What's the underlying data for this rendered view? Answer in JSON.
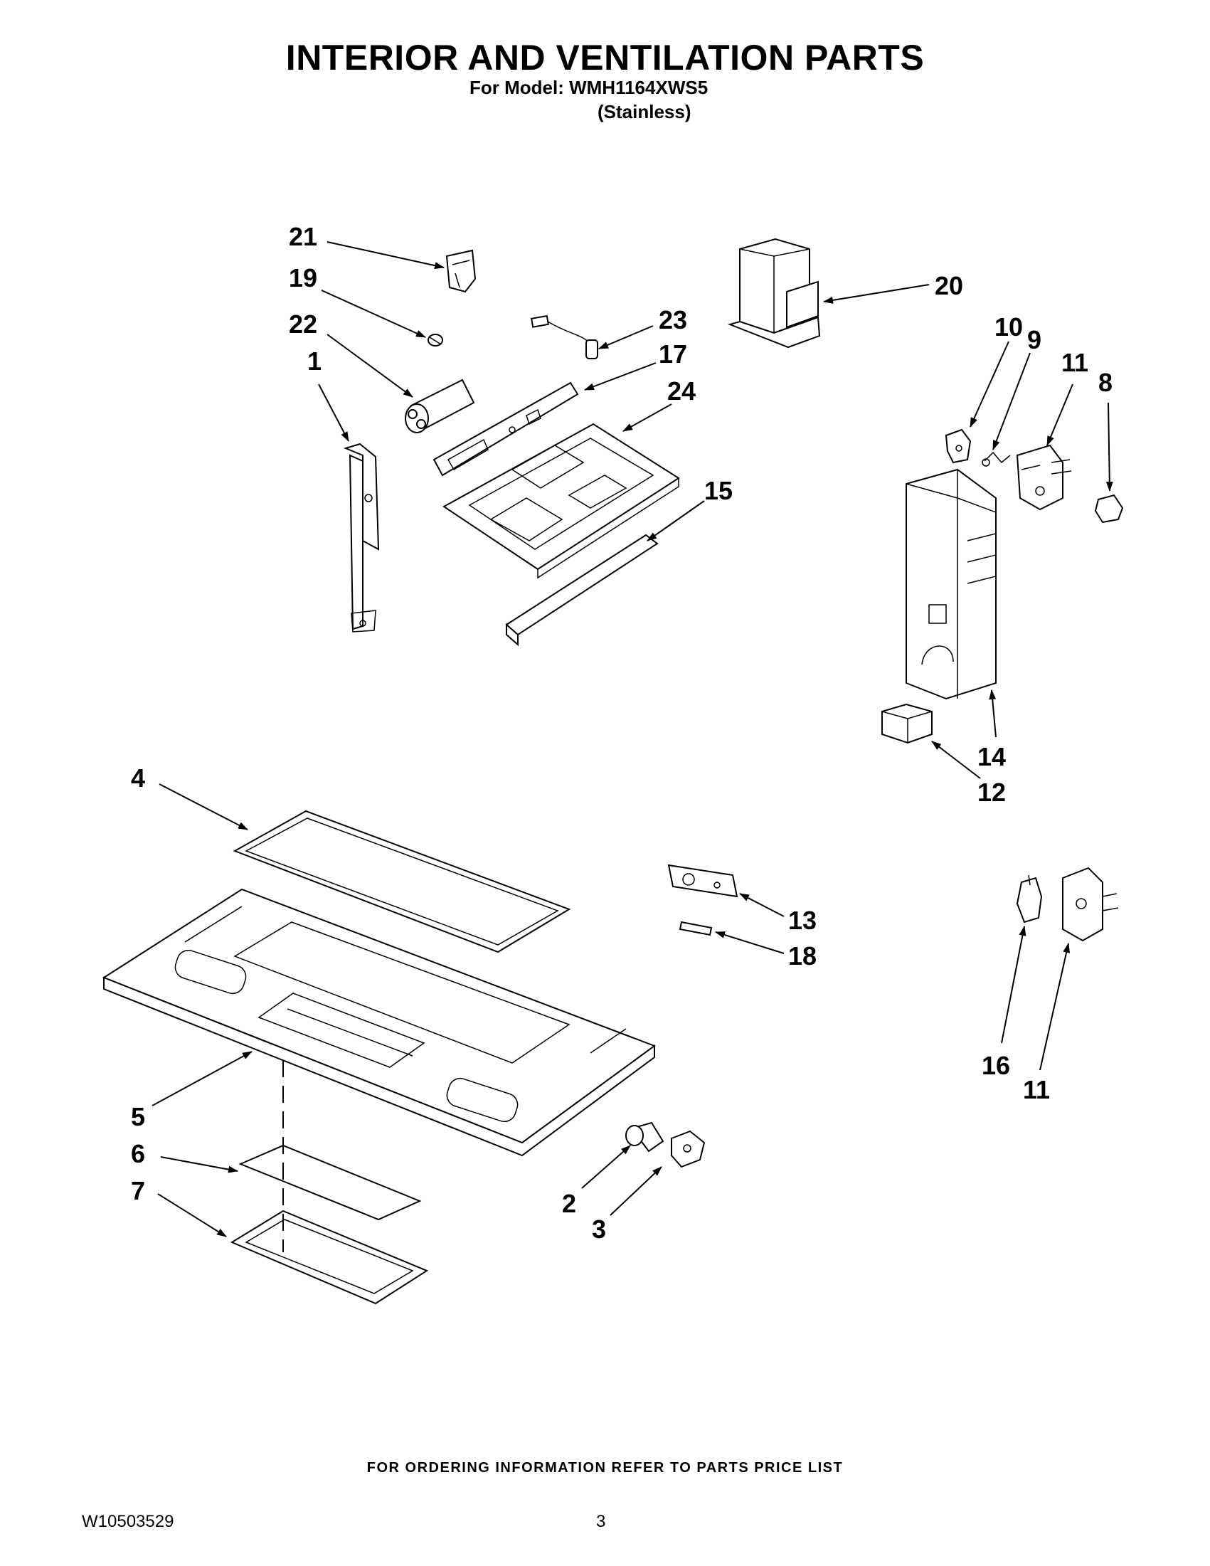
{
  "header": {
    "title": "INTERIOR AND VENTILATION PARTS",
    "model_line": "For Model: WMH1164XWS5",
    "finish_line": "(Stainless)"
  },
  "footer": {
    "ordering_note": "FOR ORDERING INFORMATION REFER TO PARTS PRICE LIST",
    "document_number": "W10503529",
    "page_number": "3"
  },
  "callouts": {
    "c1": "1",
    "c2": "2",
    "c3": "3",
    "c4": "4",
    "c5": "5",
    "c6": "6",
    "c7": "7",
    "c8": "8",
    "c9": "9",
    "c10": "10",
    "c11a": "11",
    "c11b": "11",
    "c12": "12",
    "c13": "13",
    "c14": "14",
    "c15": "15",
    "c16": "16",
    "c17": "17",
    "c18": "18",
    "c19": "19",
    "c20": "20",
    "c21": "21",
    "c22": "22",
    "c23": "23",
    "c24": "24"
  }
}
